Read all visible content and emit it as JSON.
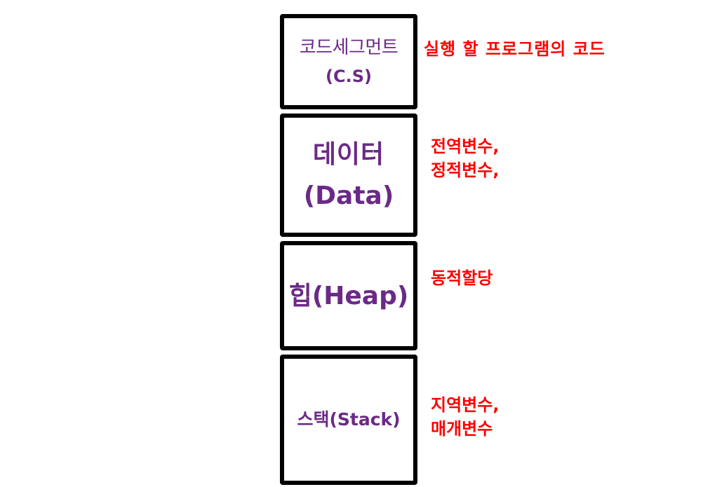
{
  "segments": {
    "code": {
      "name": "코드세그먼트",
      "abbr": "(C.S)"
    },
    "data": {
      "name": "데이터",
      "abbr": "(Data)"
    },
    "heap": {
      "label": "힙(Heap)"
    },
    "stack": {
      "label": "스택(Stack)"
    }
  },
  "notes": {
    "code": [
      "실행 할 프로그램의 코드"
    ],
    "data": [
      "전역변수,",
      "정적변수,"
    ],
    "heap": [
      "동적할당"
    ],
    "stack": [
      "지역변수,",
      "매개변수"
    ]
  },
  "colors": {
    "segment_text": "#6b2a87",
    "note_text": "#ff0000",
    "border": "#000000"
  }
}
